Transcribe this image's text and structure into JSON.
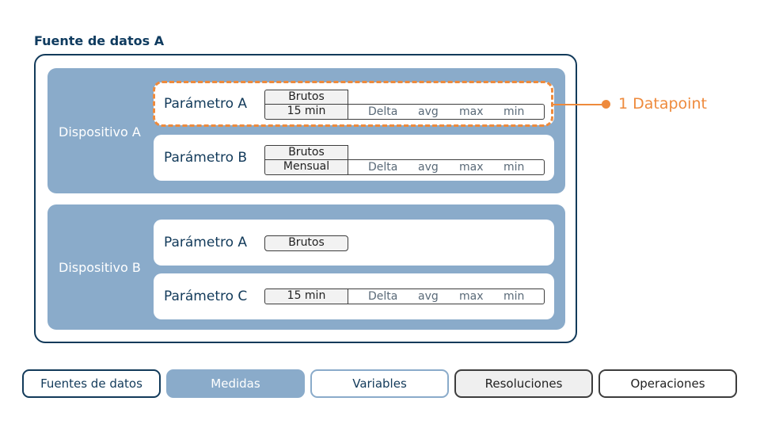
{
  "source": {
    "title": "Fuente de datos A"
  },
  "devices": [
    {
      "label": "Dispositivo A",
      "params": [
        {
          "label": "Parámetro A",
          "raw": "Brutos",
          "resolution": "15 min",
          "ops": [
            "Delta",
            "avg",
            "max",
            "min"
          ]
        },
        {
          "label": "Parámetro B",
          "raw": "Brutos",
          "resolution": "Mensual",
          "ops": [
            "Delta",
            "avg",
            "max",
            "min"
          ]
        }
      ]
    },
    {
      "label": "Dispositivo B",
      "params": [
        {
          "label": "Parámetro A",
          "raw": "Brutos"
        },
        {
          "label": "Parámetro C",
          "resolution": "15 min",
          "ops": [
            "Delta",
            "avg",
            "max",
            "min"
          ]
        }
      ]
    }
  ],
  "callout": {
    "text": "1 Datapoint",
    "color": "#ee8a3c"
  },
  "legend": {
    "sources": "Fuentes de datos",
    "measures": "Medidas",
    "variables": "Variables",
    "resolutions": "Resoluciones",
    "operations": "Operaciones"
  },
  "colors": {
    "navy": "#123a5a",
    "device_blue": "#8aabca",
    "highlight_orange": "#ee8a3c",
    "chip_gray": "#f2f2f2"
  }
}
